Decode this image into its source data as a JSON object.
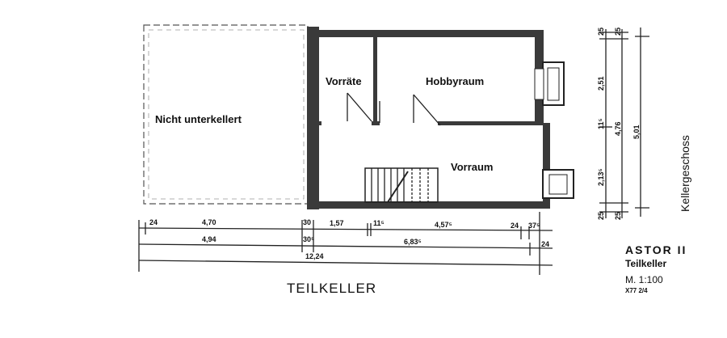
{
  "rooms": {
    "unexcavated": "Nicht unterkellert",
    "storage": "Vorräte",
    "hobby": "Hobbyraum",
    "hall": "Vorraum"
  },
  "drawing_title": "TEILKELLER",
  "vertical_label": "Kellergeschoss",
  "info": {
    "name": "ASTOR II",
    "subtitle": "Teilkeller",
    "scale": "M. 1:100",
    "code": "X77   2/4"
  },
  "dimensions": {
    "row1": [
      "24",
      "4,70",
      "30",
      "1,57",
      "11⁵",
      "4,57⁵",
      "24",
      "37⁵"
    ],
    "row2": [
      "4,94",
      "30⁵",
      "6,83⁵",
      "24"
    ],
    "row3": [
      "12,24"
    ],
    "vertical_inner": [
      "25",
      "2,51",
      "11⁵",
      "2,13⁵",
      "25"
    ],
    "vertical_mid": [
      "25",
      "4,76",
      "25"
    ],
    "vertical_total": [
      "5,01"
    ]
  }
}
